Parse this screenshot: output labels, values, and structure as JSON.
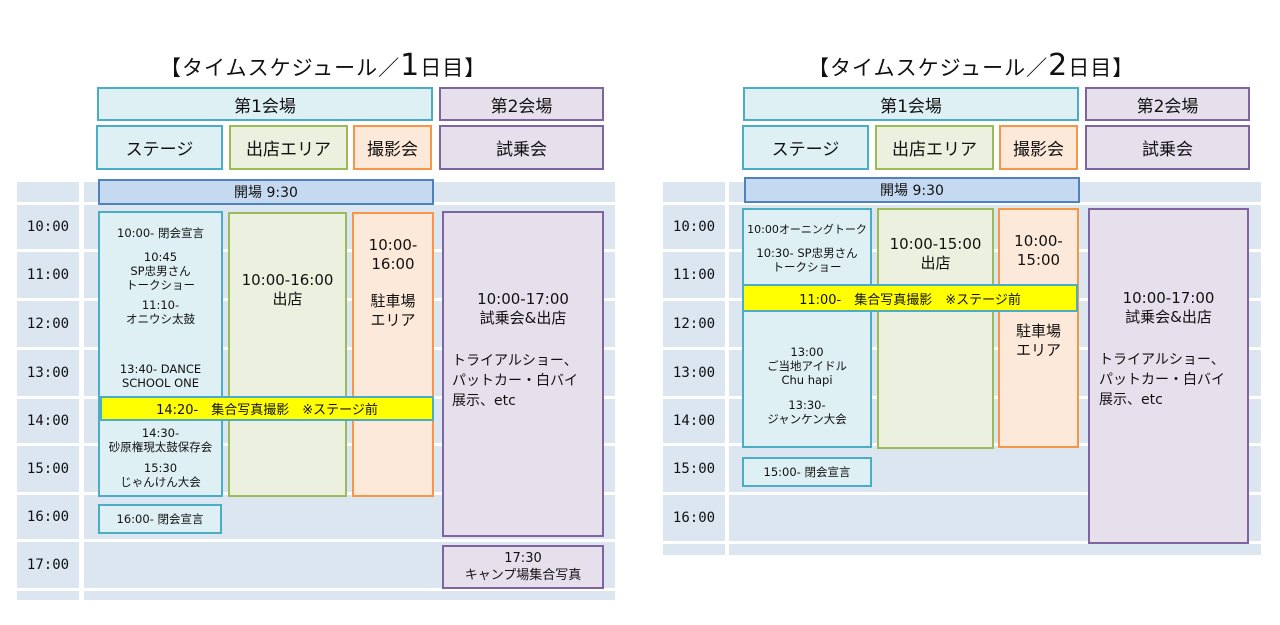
{
  "day1": {
    "title_prefix": "【タイムスケジュール／",
    "title_num": "1",
    "title_suffix": "日目】",
    "venue1": "第1会場",
    "venue2": "第2会場",
    "col_stage": "ステージ",
    "col_shop": "出店エリア",
    "col_photo": "撮影会",
    "col_test": "試乗会",
    "open": "開場 9:30",
    "times": [
      "10:00",
      "11:00",
      "12:00",
      "13:00",
      "14:00",
      "15:00",
      "16:00",
      "17:00"
    ],
    "stage_events": [
      "10:00- 閉会宣言",
      "10:45\nSP忠男さん\nトークショー",
      "11:10-\nオニウシ太鼓",
      "13:40- DANCE\nSCHOOL ONE",
      "14:30-\n砂原権現太鼓保存会",
      "15:30\nじゃんけん大会"
    ],
    "stage_close": "16:00- 閉会宣言",
    "shop": "10:00-16:00\n出店",
    "photo_time": "10:00-\n16:00",
    "photo_area": "駐車場\nエリア",
    "group_photo": "14:20-　集合写真撮影　※ステージ前",
    "test_time": "10:00-17:00\n試乗会&出店",
    "test_note": "トライアルショー、\nパットカー・白バイ\n展示、etc",
    "camp_photo": "17:30\nキャンプ場集合写真"
  },
  "day2": {
    "title_prefix": "【タイムスケジュール／",
    "title_num": "2",
    "title_suffix": "日目】",
    "venue1": "第1会場",
    "venue2": "第2会場",
    "col_stage": "ステージ",
    "col_shop": "出店エリア",
    "col_photo": "撮影会",
    "col_test": "試乗会",
    "open": "開場 9:30",
    "times": [
      "10:00",
      "11:00",
      "12:00",
      "13:00",
      "14:00",
      "15:00",
      "16:00"
    ],
    "stage_events_top": [
      "10:00オーニングトーク",
      "10:30- SP忠男さん\nトークショー"
    ],
    "stage_events_bottom": [
      "13:00\nご当地アイドル\nChu hapi",
      "13:30-\nジャンケン大会"
    ],
    "stage_close": "15:00- 閉会宣言",
    "shop": "10:00-15:00\n出店",
    "photo_time": "10:00-\n15:00",
    "photo_area": "駐車場\nエリア",
    "group_photo": "11:00-　集合写真撮影　※ステージ前",
    "test_time": "10:00-17:00\n試乗会&出店",
    "test_note": "トライアルショー、\nパットカー・白バイ\n展示、etc"
  }
}
